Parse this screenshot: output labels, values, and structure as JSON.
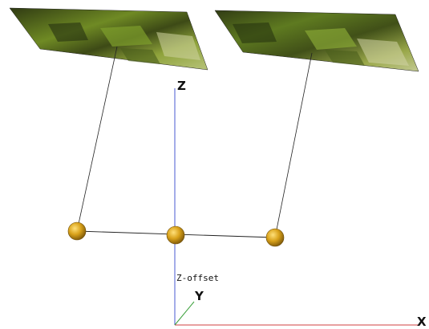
{
  "axes": {
    "x_label": "X",
    "y_label": "Y",
    "z_label": "Z",
    "x_color": "#d04040",
    "y_color": "#3aa03a",
    "z_color": "#4a5ad0"
  },
  "offset_label": "Z-offset",
  "colors": {
    "sphere": "#d9a21a",
    "sphere_edge": "#6a4a08",
    "foliage_dark": "#2f3a12",
    "foliage_mid": "#6f8a24",
    "foliage_light": "#c6d064"
  }
}
